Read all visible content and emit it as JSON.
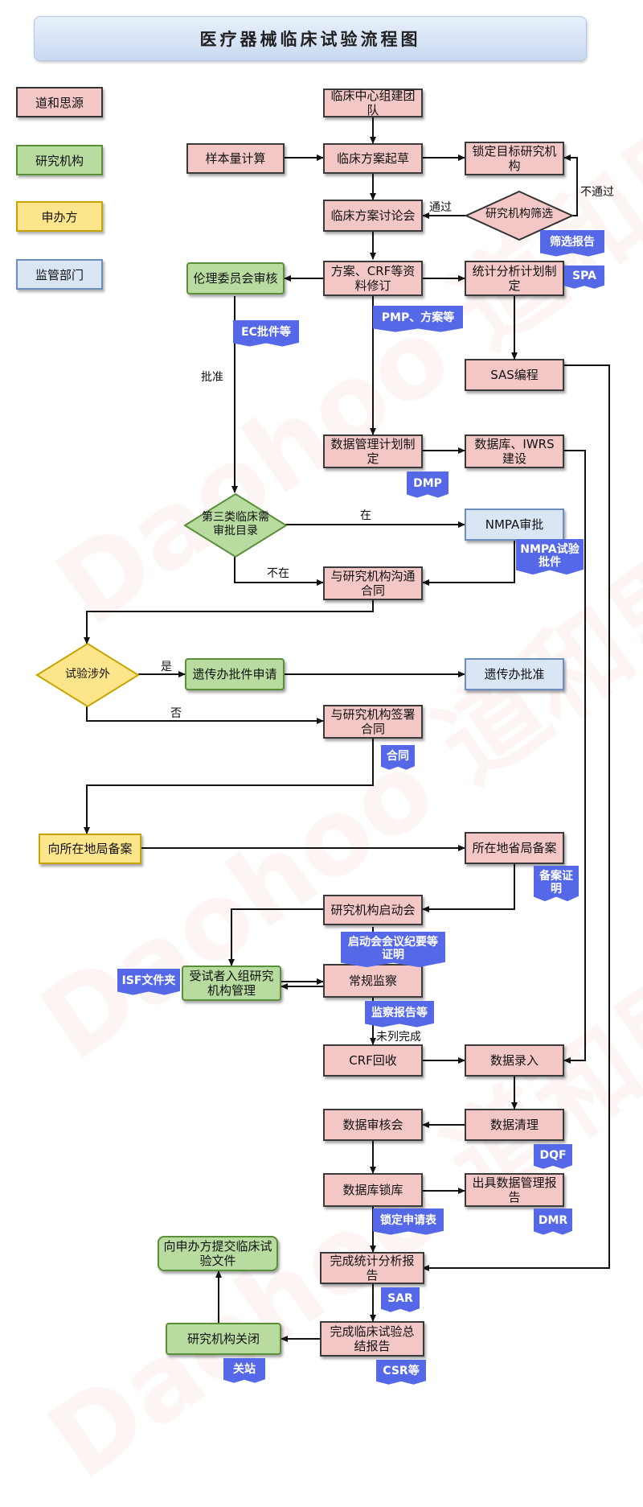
{
  "title": "医疗器械临床试验流程图",
  "legend": [
    {
      "label": "道和思源",
      "color": "#f4c7c7"
    },
    {
      "label": "研究机构",
      "color": "#b8dba0"
    },
    {
      "label": "申办方",
      "color": "#fde58c"
    },
    {
      "label": "监管部门",
      "color": "#dbe6f4"
    }
  ],
  "nodes": {
    "team": "临床中心组建团队",
    "sample": "样本量计算",
    "draft": "临床方案起草",
    "lock_site": "锁定目标研究机构",
    "discuss": "临床方案讨论会",
    "screen": "研究机构筛选",
    "ethics": "伦理委员会审核",
    "revise": "方案、CRF等资料修订",
    "stat_plan": "统计分析计划制定",
    "sas": "SAS编程",
    "dm_plan": "数据管理计划制定",
    "db_build": "数据库、IWRS建设",
    "class3": "第三类临床需审批目录",
    "nmpa": "NMPA审批",
    "negotiate": "与研究机构沟通合同",
    "foreign": "试验涉外",
    "genetic_apply": "遗传办批件申请",
    "genetic_ok": "遗传办批准",
    "sign": "与研究机构签署合同",
    "record_local": "向所在地局备案",
    "record_prov": "所在地省局备案",
    "kickoff": "研究机构启动会",
    "subject_mgmt": "受试者入组研究机构管理",
    "monitor": "常规监察",
    "crf_back": "CRF回收",
    "data_entry": "数据录入",
    "data_review": "数据审核会",
    "data_clean": "数据清理",
    "db_lock": "数据库锁库",
    "dm_report": "出具数据管理报告",
    "sar_done": "完成统计分析报告",
    "submit": "向申办方提交临床试验文件",
    "close": "研究机构关闭",
    "csr_done": "完成临床试验总结报告"
  },
  "docs": {
    "screen_report": "筛选报告",
    "spa": "SPA",
    "ec": "EC批件等",
    "pmp": "PMP、方案等",
    "dmp": "DMP",
    "nmpa_doc": "NMPA试验批件",
    "contract": "合同",
    "record_cert": "备案证明",
    "kickoff_doc": "启动会会议纪要等证明",
    "isf": "ISF文件夹",
    "monitor_doc": "监察报告等",
    "dqf": "DQF",
    "lock_req": "锁定申请表",
    "dmr": "DMR",
    "sar": "SAR",
    "closeout": "关站",
    "csr": "CSR等"
  },
  "edge_labels": {
    "pass": "通过",
    "fail": "不通过",
    "approve": "批准",
    "in": "在",
    "not_in": "不在",
    "yes": "是",
    "no": "否",
    "not_done": "未列完成"
  },
  "watermark": "Daohoo 道和思源"
}
